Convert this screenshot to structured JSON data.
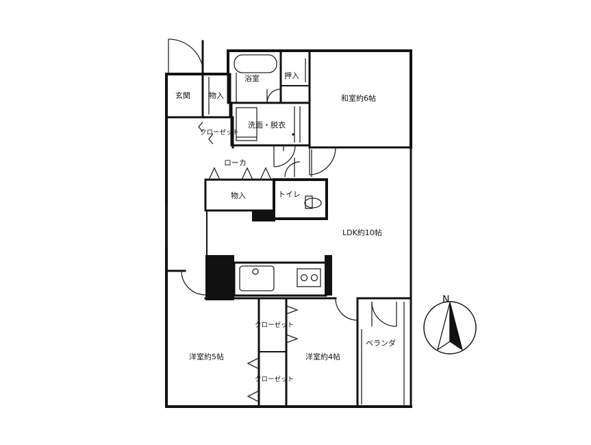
{
  "rooms": {
    "genkan": "玄関",
    "monoire_entrance": "物入",
    "bath": "浴室",
    "oshiire": "押入",
    "washitsu": "和室約6帖",
    "closet_hall": "クローゼット",
    "senmen": "洗面・脱衣",
    "roka": "ローカ",
    "monoire_center": "物入",
    "toilet": "トイレ",
    "ldk": "LDK約10帖",
    "closet_a": "クローゼット",
    "closet_b": "クローゼット",
    "yoshitsu5": "洋室約5帖",
    "yoshitsu4": "洋室約4帖",
    "veranda": "ベランダ"
  },
  "compass": {
    "label": "N",
    "icon": "north-arrow-icon"
  },
  "colors": {
    "line": "#111111",
    "background": "#ffffff"
  }
}
